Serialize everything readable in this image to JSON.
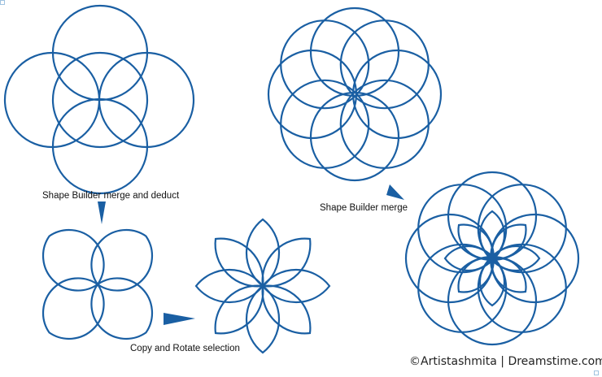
{
  "labels": {
    "step1": "Shape Builder merge and deduct",
    "step2": "Shape Builder merge",
    "step3": "Copy and Rotate selection"
  },
  "credit": "©Artistashmita | Dreamstime.com",
  "colors": {
    "stroke": "#1a5fa3",
    "arrow": "#1a5fa3",
    "background": "#ffffff"
  },
  "icons": [
    "arrow-down-icon",
    "arrow-right-icon",
    "arrow-diagonal-icon"
  ]
}
